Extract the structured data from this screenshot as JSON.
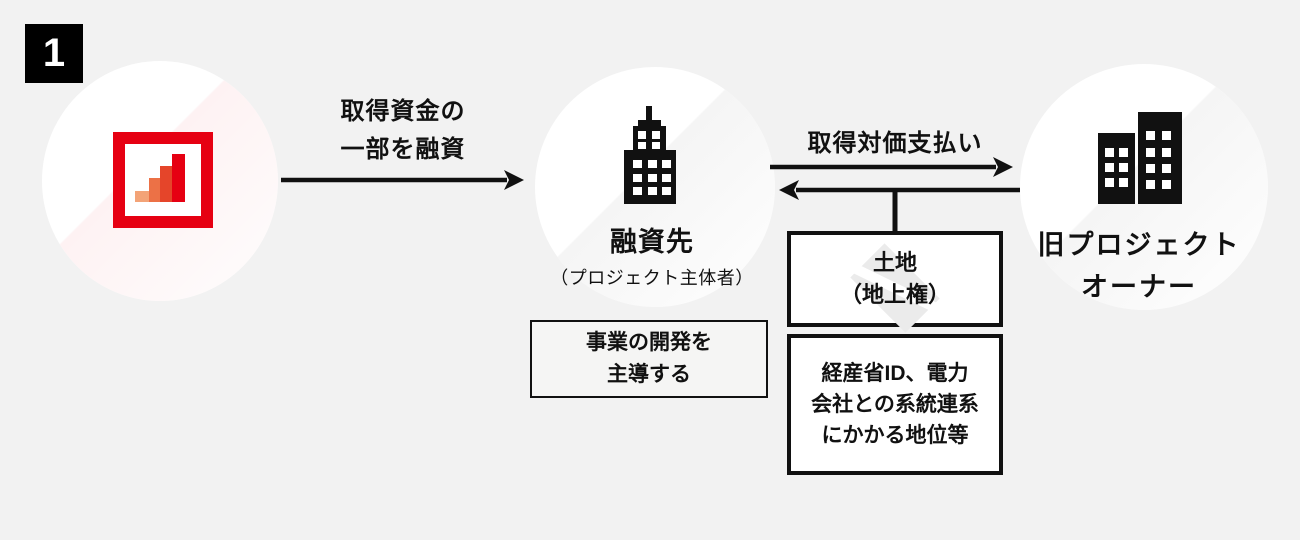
{
  "page": {
    "background": "#f2f2f2",
    "ink": "#111111"
  },
  "step_badge": {
    "number": "1"
  },
  "nodes": {
    "lender": {
      "icon": "bar-chart-logo-icon",
      "border_color": "#e60012",
      "bar_colors": [
        "#f3a377",
        "#ec7146",
        "#e5452a",
        "#e60012"
      ]
    },
    "borrower": {
      "icon": "office-building-icon",
      "title": "融資先",
      "subtitle": "（プロジェクト主体者）",
      "role_note": "事業の開発を\n主導する"
    },
    "old_owner": {
      "icon": "twin-buildings-icon",
      "title": "旧プロジェクト\nオーナー"
    }
  },
  "arrows": {
    "loan": {
      "label": "取得資金の\n一部を融資",
      "direction": "left-to-right"
    },
    "payment": {
      "label": "取得対価支払い",
      "direction": "left-to-right"
    },
    "transfer": {
      "direction": "right-to-left"
    }
  },
  "transfer_items": {
    "land": "土地\n（地上権）",
    "rights": "経産省ID、電力\n会社との系統連系\nにかかる地位等"
  }
}
